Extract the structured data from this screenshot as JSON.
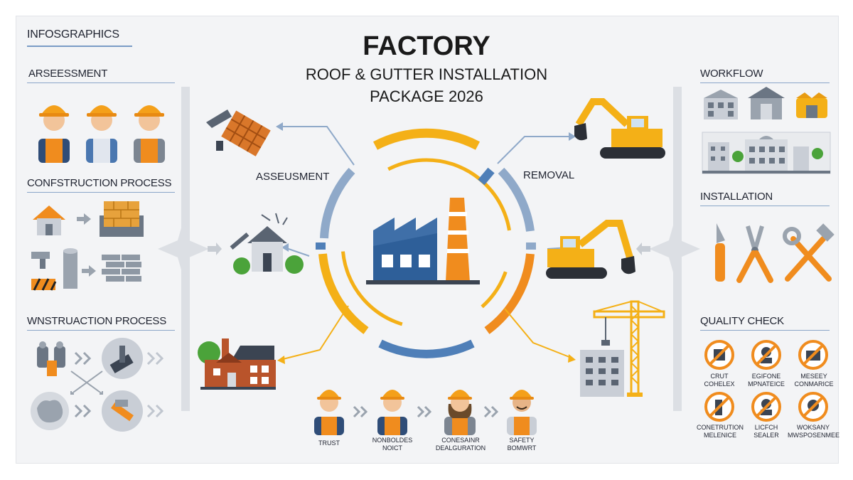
{
  "title": {
    "main": "FACTORY",
    "line2": "ROOF & GUTTER INSTALLATION",
    "line3": "PACKAGE 2026"
  },
  "left": {
    "infographics": "INFOSGRAPHICS",
    "assessment": "ARSEESSMENT",
    "construction": "CONFSTRUCTION PROCESS",
    "wnstruaction": "WNSTRUACTION PROCESS"
  },
  "right": {
    "workflow": "WORKFLOW",
    "installation": "INSTALLATION",
    "quality": "QUALITY CHECK",
    "quality_items": [
      {
        "l1": "CRUT",
        "l2": "COHELEX"
      },
      {
        "l1": "EGIFONE",
        "l2": "MPNATEICE"
      },
      {
        "l1": "MESEEY",
        "l2": "CONMARICE"
      },
      {
        "l1": "CONETRUTION",
        "l2": "MELENICE"
      },
      {
        "l1": "LICFCH",
        "l2": "SEALER"
      },
      {
        "l1": "WOKSANY",
        "l2": "MWSPOSENMEE"
      }
    ]
  },
  "center": {
    "assessment_label": "ASSEUSMENT",
    "removal_label": "REMOVAL"
  },
  "bottom": {
    "workers": [
      {
        "l1": "TRUST",
        "l2": ""
      },
      {
        "l1": "NONBOLDES",
        "l2": "NOICT"
      },
      {
        "l1": "CONESAINR",
        "l2": "DEALGURATION"
      },
      {
        "l1": "SAFETY",
        "l2": "BOMWRT"
      }
    ]
  },
  "colors": {
    "orange": "#f08c1e",
    "blue": "#4f7fb8",
    "steel": "#8fa9c9",
    "yellow": "#f4b017"
  }
}
